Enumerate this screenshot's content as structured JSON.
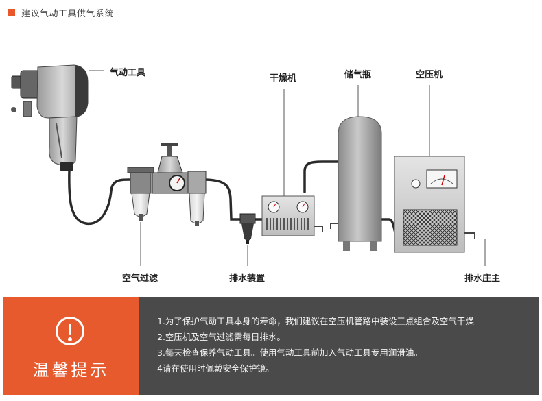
{
  "header": {
    "title": "建议气动工具供气系统"
  },
  "labels": {
    "tool": "气动工具",
    "dryer": "干燥机",
    "tank": "储气瓶",
    "compressor": "空压机",
    "filter": "空气过滤",
    "drain": "排水装置",
    "drain2": "排水庄主"
  },
  "tips": {
    "title": "温馨提示",
    "items": [
      "1.为了保护气动工具本身的寿命，我们建议在空压机管路中装设三点组合及空气干燥",
      "2.空压机及空气过滤需每日排水。",
      "3.每天检查保养气动工具。使用气动工具前加入气动工具专用润滑油。",
      "4请在使用时佩戴安全保护镜。"
    ]
  }
}
